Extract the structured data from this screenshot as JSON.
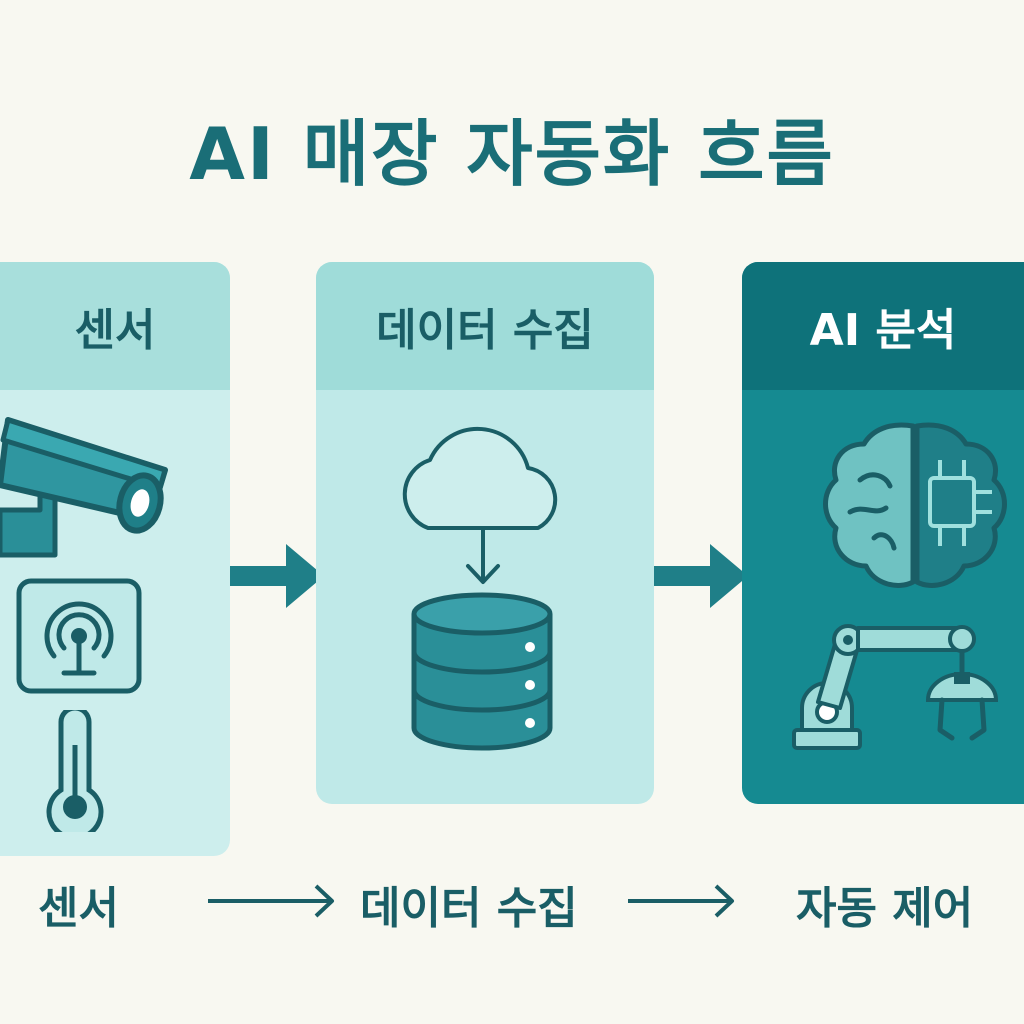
{
  "title": "AI 매장 자동화 흐름",
  "panels": {
    "sensor": {
      "label": "센서",
      "icons": [
        "cctv-camera-icon",
        "wireless-sensor-icon",
        "thermometer-icon"
      ]
    },
    "data": {
      "label": "데이터 수집",
      "icons": [
        "cloud-icon",
        "database-icon"
      ]
    },
    "ai": {
      "label": "AI 분석",
      "icons": [
        "brain-chip-icon",
        "robot-arm-icon"
      ]
    }
  },
  "flow": {
    "step1": "센서",
    "step2": "데이터 수집",
    "step3": "자동 제어"
  },
  "colors": {
    "background": "#f8f8f1",
    "title": "#1a6e77",
    "teal_dark": "#0e727a",
    "teal_light": "#cdeeed"
  }
}
